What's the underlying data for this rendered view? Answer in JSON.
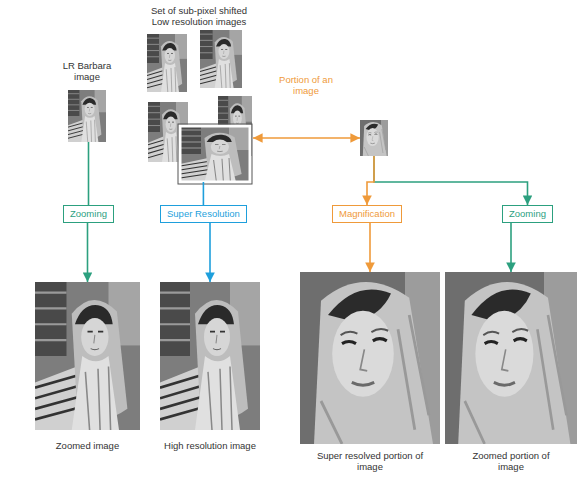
{
  "diagram": {
    "nodes": [
      {
        "text": [
          "LR Barbara image"
        ]
      },
      {
        "text": [
          "Set of sub-pixel shifted Low resolution images"
        ]
      },
      {
        "text": [
          "Portion of an image"
        ]
      },
      {
        "text": [
          "Zooming"
        ]
      },
      {
        "text": [
          "Super Resolution"
        ]
      },
      {
        "text": [
          "Magnification"
        ]
      },
      {
        "text": [
          "Zooming"
        ]
      },
      {
        "text": [
          "Zoomed image"
        ]
      },
      {
        "text": [
          "High resolution image"
        ]
      },
      {
        "text": [
          "Super resolved portion of image"
        ]
      },
      {
        "text": [
          "Zoomed portion of image"
        ]
      }
    ],
    "edges": [
      {
        "from": 0,
        "to": 3,
        "arrow": "none"
      },
      {
        "from": 3,
        "to": 7,
        "arrow": "to"
      },
      {
        "from": 1,
        "to": 4,
        "arrow": "none"
      },
      {
        "from": 4,
        "to": 8,
        "arrow": "to"
      },
      {
        "from": 1,
        "to": 2,
        "arrow": "both"
      },
      {
        "from": 2,
        "to": 5,
        "arrow": "to"
      },
      {
        "from": 2,
        "to": 6,
        "arrow": "to"
      },
      {
        "from": 5,
        "to": 9,
        "arrow": "to"
      },
      {
        "from": 6,
        "to": 10,
        "arrow": "to"
      }
    ]
  }
}
